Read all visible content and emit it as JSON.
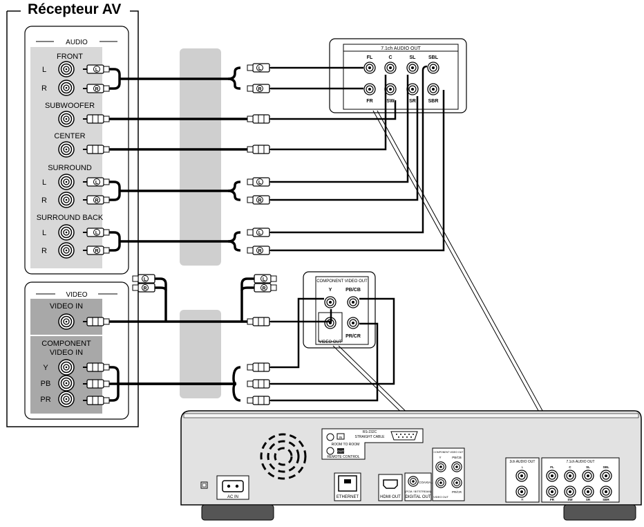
{
  "receiver": {
    "title": "Récepteur AV",
    "audio_header": "AUDIO",
    "front": "FRONT",
    "subwoofer": "SUBWOOFER",
    "center": "CENTER",
    "surround": "SURROUND",
    "surround_back": "SURROUND BACK",
    "left": "L",
    "right": "R",
    "video_header": "VIDEO",
    "video_in": "VIDEO IN",
    "component_video_in_1": "COMPONENT",
    "component_video_in_2": "VIDEO IN",
    "y": "Y",
    "pb": "PB",
    "pr": "PR"
  },
  "audio_out_panel": {
    "title": "7.1ch AUDIO OUT",
    "top_labels": [
      "FL",
      "C",
      "SL",
      "SBL"
    ],
    "bottom_labels": [
      "FR",
      "SW",
      "SR",
      "SBR"
    ]
  },
  "component_panel": {
    "title": "COMPONENT VIDEO OUT",
    "y": "Y",
    "pb": "PB/CB",
    "pr": "PR/CR",
    "video_out": "VIDEO OUT"
  },
  "plug_letters": {
    "left": "L",
    "right": "R"
  },
  "player": {
    "rs232c_1": "RS-232C",
    "rs232c_2": "STRAIGHT CABLE",
    "room_to_room": "ROOM TO ROOM",
    "in_label": "IN",
    "out_label": "OUT",
    "remote_control": "REMOTE CONTROL",
    "ac_in": "AC IN",
    "ethernet": "ETHERNET",
    "hdmi_out": "HDMI OUT",
    "coaxial": "COAXIAL",
    "pcm": "(PCM / BITSTREAM)",
    "digital_out": "DIGITAL OUT",
    "component_video_out": "COMPONENT VIDEO OUT",
    "video_out": "VIDEO OUT",
    "comp_y": "Y",
    "comp_pb": "PB/CB",
    "comp_pr": "PR/CR",
    "audio_2ch": "2ch AUDIO OUT",
    "audio_2ch_l": "L",
    "audio_2ch_r": "R",
    "audio_71": "7.1ch AUDIO OUT",
    "top_labels": [
      "FL",
      "C",
      "SL",
      "SBL"
    ],
    "bottom_labels": [
      "FR",
      "SW",
      "SR",
      "SBR"
    ]
  }
}
